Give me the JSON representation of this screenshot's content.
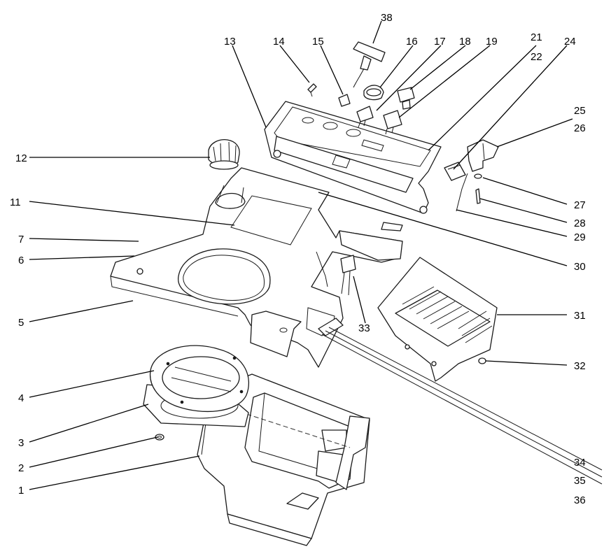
{
  "callouts": {
    "c1": "1",
    "c2": "2",
    "c3": "3",
    "c4": "4",
    "c5": "5",
    "c6": "6",
    "c7": "7",
    "c11": "11",
    "c12": "12",
    "c13": "13",
    "c14": "14",
    "c15": "15",
    "c16": "16",
    "c17": "17",
    "c18": "18",
    "c19": "19",
    "c21": "21",
    "c22": "22",
    "c24": "24",
    "c25": "25",
    "c26": "26",
    "c27": "27",
    "c28": "28",
    "c29": "29",
    "c30": "30",
    "c31": "31",
    "c32": "32",
    "c33": "33",
    "c34": "34",
    "c35": "35",
    "c36": "36",
    "c38": "38"
  }
}
